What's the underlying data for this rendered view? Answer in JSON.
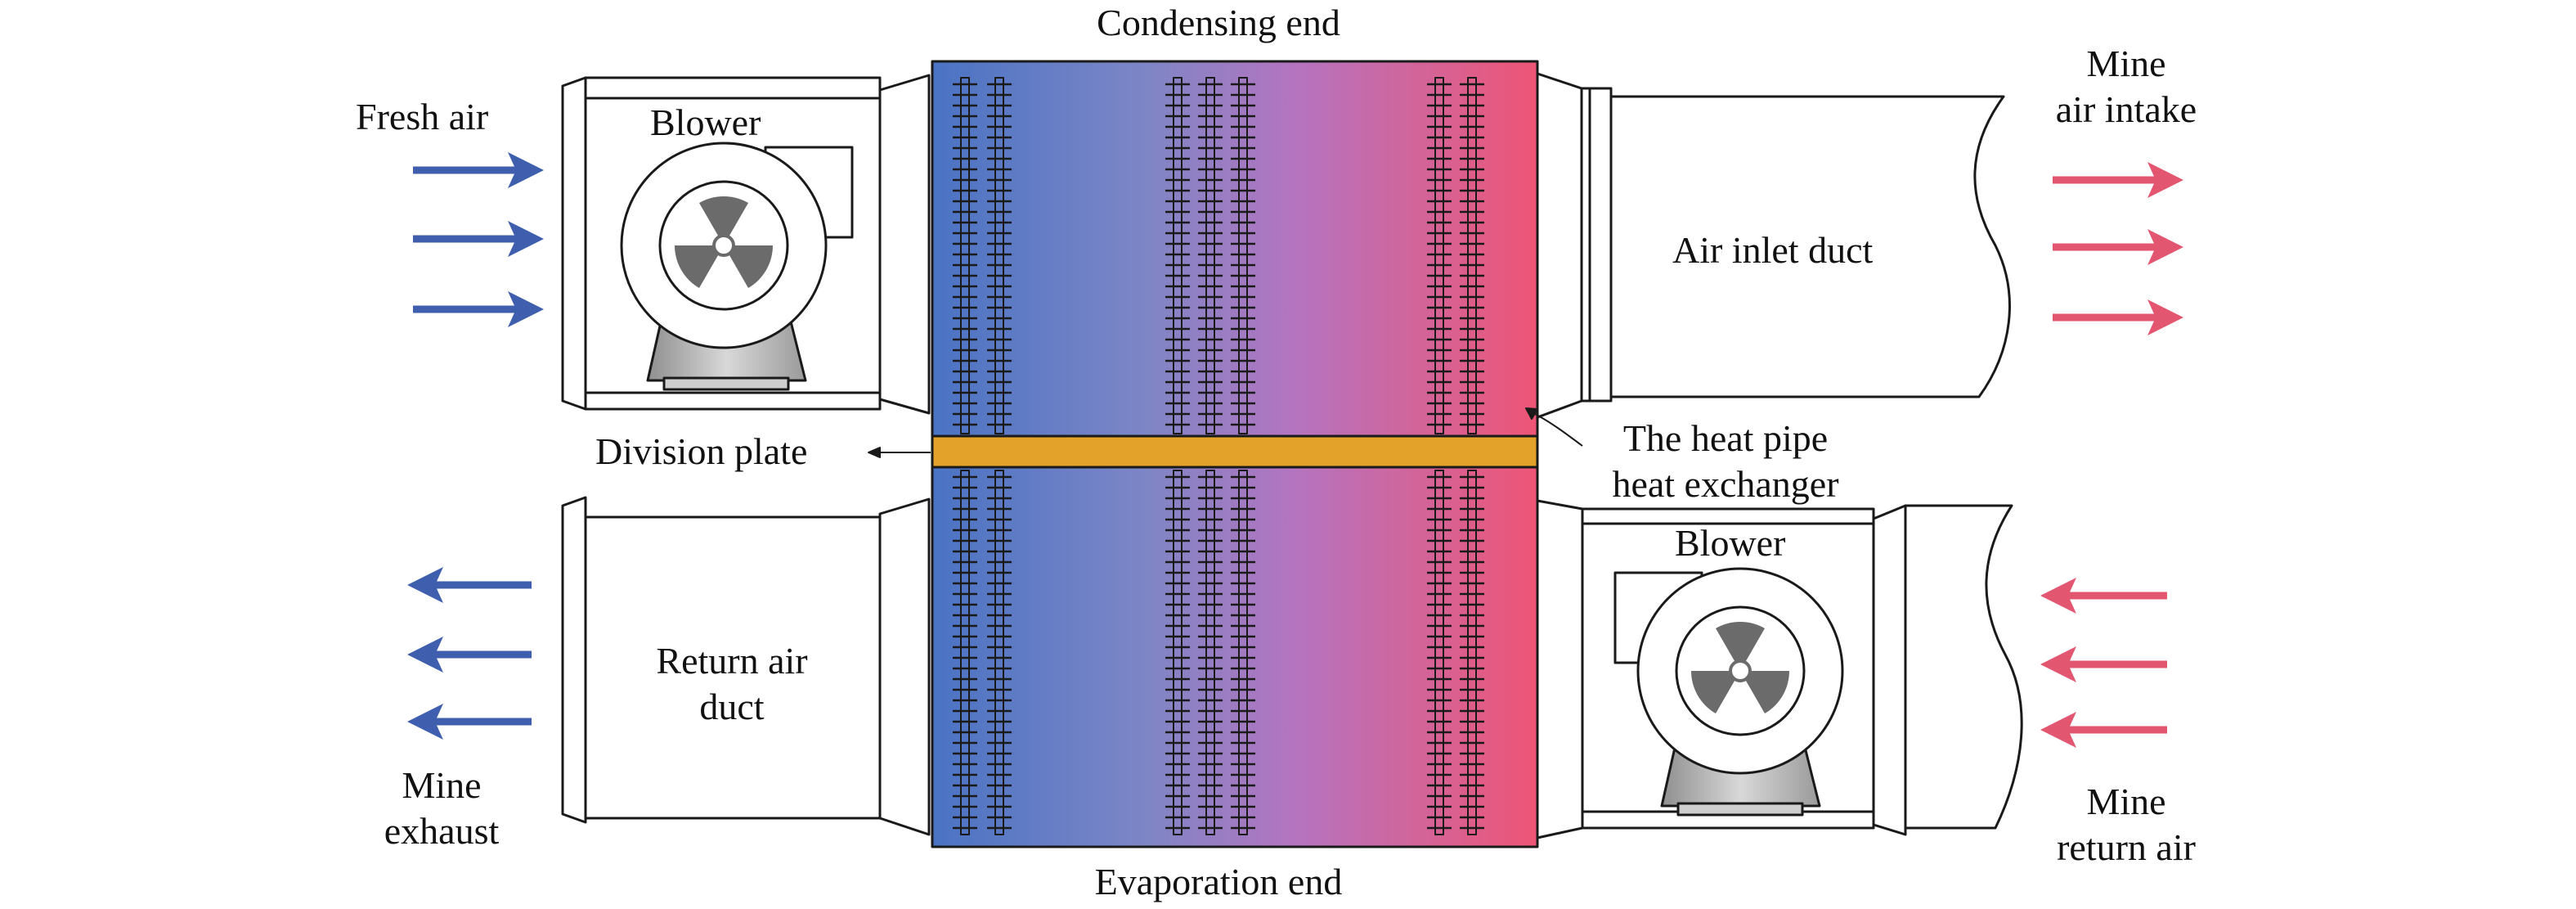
{
  "labels": {
    "condensing_end": "Condensing end",
    "evaporation_end": "Evaporation end",
    "fresh_air": "Fresh air",
    "blower_top": "Blower",
    "blower_bottom": "Blower",
    "air_inlet_duct": "Air inlet duct",
    "mine_air_intake": [
      "Mine",
      "air intake"
    ],
    "division_plate": "Division plate",
    "heat_pipe_hx": [
      "The heat pipe",
      "heat exchanger"
    ],
    "return_air_duct": [
      "Return air",
      "duct"
    ],
    "mine_exhaust": [
      "Mine",
      "exhaust"
    ],
    "mine_return_air": [
      "Mine",
      "return air"
    ]
  },
  "colors": {
    "cold_arrow": "#3f5fae",
    "hot_arrow": "#e2566f",
    "gradient_cold": "#4a73c4",
    "gradient_mid": "#a874c4",
    "gradient_hot": "#ee5575",
    "division_plate": "#e3a22a",
    "outline": "#1a1a1a",
    "blower_base": "#b9b9b9",
    "fan_blade": "#6b6b6b"
  },
  "icons": [
    "blower-fan-icon",
    "flow-arrow-icon"
  ]
}
